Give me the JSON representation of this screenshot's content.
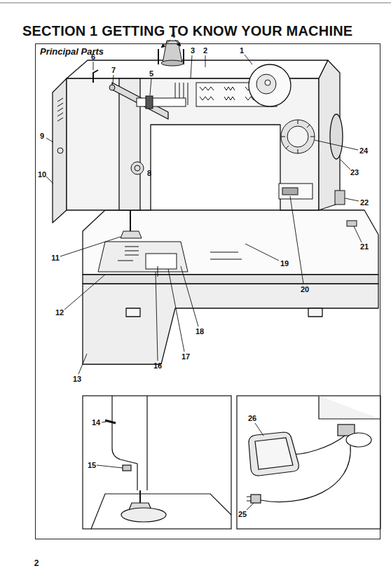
{
  "diagram": {
    "title": "SECTION 1 GETTING TO KNOW YOUR MACHINE",
    "nodes": [
      {
        "text": [
          "Principal Parts"
        ]
      }
    ],
    "labels": [
      "1",
      "2",
      "3",
      "4",
      "5",
      "6",
      "7",
      "8",
      "9",
      "10",
      "11",
      "12",
      "13",
      "14",
      "15",
      "16",
      "17",
      "18",
      "19",
      "20",
      "21",
      "22",
      "23",
      "24",
      "25",
      "26",
      "2"
    ]
  }
}
